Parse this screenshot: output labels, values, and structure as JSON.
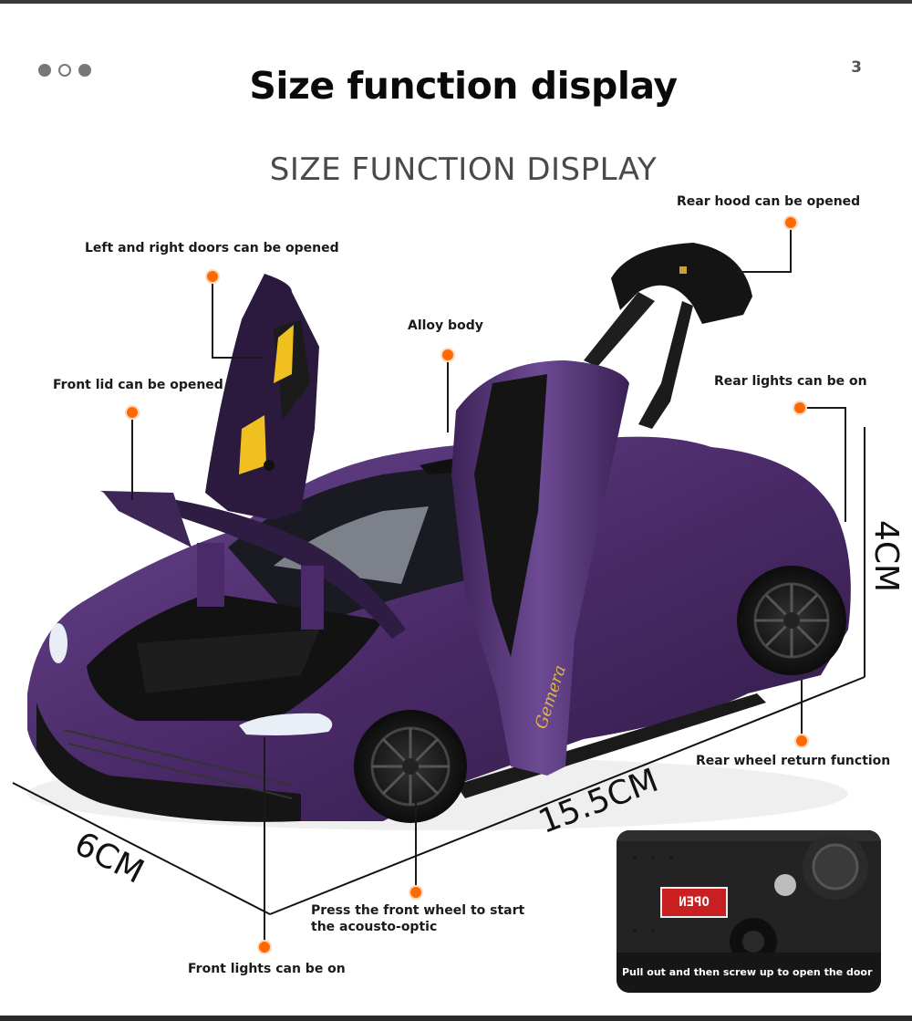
{
  "page": {
    "indicator_number": "3",
    "title": "Size function display",
    "subtitle": "SIZE FUNCTION DISPLAY"
  },
  "callouts": {
    "rear_hood": "Rear hood can be opened",
    "doors": "Left and right doors can be opened",
    "alloy_body": "Alloy body",
    "front_lid": "Front lid can be opened",
    "rear_lights": "Rear lights can be on",
    "rear_wheel": "Rear wheel return function",
    "front_wheel": "Press the front wheel to start the acousto-optic",
    "front_lights": "Front lights can be on"
  },
  "dimensions": {
    "height": "4CM",
    "length": "15.5CM",
    "width": "6CM"
  },
  "inset": {
    "tag_text": "OPEN",
    "caption": "Pull out and then screw up to open the door"
  },
  "colors": {
    "accent_dot": "#ff6a00",
    "car_body": "#4a2a68"
  }
}
